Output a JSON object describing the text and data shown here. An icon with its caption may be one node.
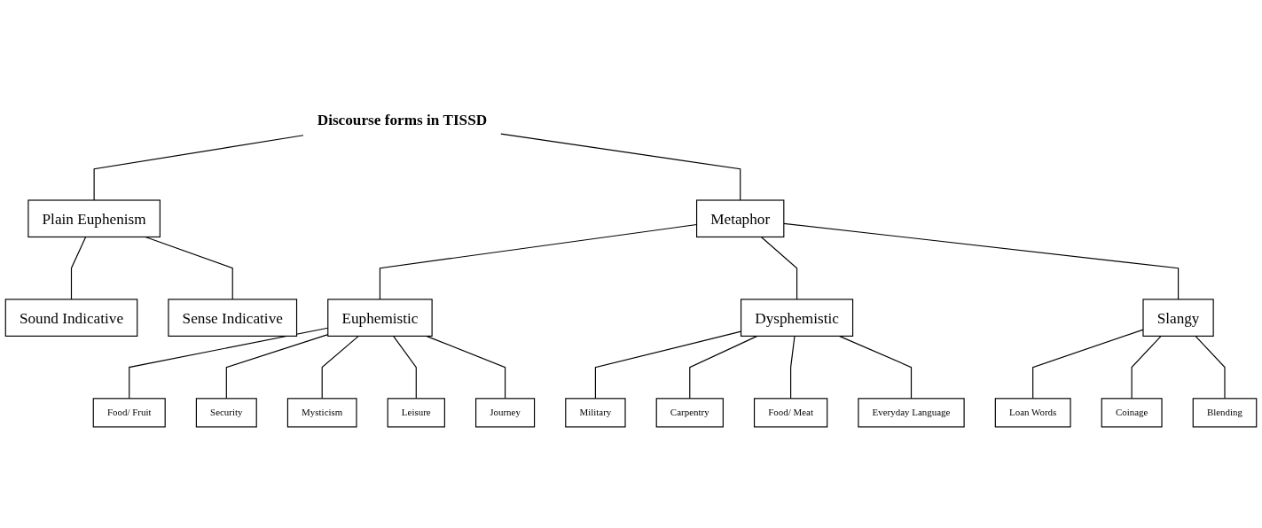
{
  "diagram": {
    "nodes": [
      {
        "text": [
          "Discourse forms in TISSD"
        ]
      },
      {
        "text": [
          "Plain Euphenism"
        ]
      },
      {
        "text": [
          "Metaphor"
        ]
      },
      {
        "text": [
          "Sound Indicative"
        ]
      },
      {
        "text": [
          "Sense Indicative"
        ]
      },
      {
        "text": [
          "Euphemistic"
        ]
      },
      {
        "text": [
          "Dysphemistic"
        ]
      },
      {
        "text": [
          "Slangy"
        ]
      },
      {
        "text": [
          "Food/ Fruit"
        ]
      },
      {
        "text": [
          "Security"
        ]
      },
      {
        "text": [
          "Mysticism"
        ]
      },
      {
        "text": [
          "Leisure"
        ]
      },
      {
        "text": [
          "Journey"
        ]
      },
      {
        "text": [
          "Military"
        ]
      },
      {
        "text": [
          "Carpentry"
        ]
      },
      {
        "text": [
          "Food/ Meat"
        ]
      },
      {
        "text": [
          "Everyday Language"
        ]
      },
      {
        "text": [
          "Loan Words"
        ]
      },
      {
        "text": [
          "Coinage"
        ]
      },
      {
        "text": [
          "Blending"
        ]
      }
    ],
    "edges": [
      {
        "from": 0,
        "to": 1,
        "arrow": "none"
      },
      {
        "from": 0,
        "to": 2,
        "arrow": "none"
      },
      {
        "from": 1,
        "to": 3,
        "arrow": "none"
      },
      {
        "from": 1,
        "to": 4,
        "arrow": "none"
      },
      {
        "from": 2,
        "to": 5,
        "arrow": "none"
      },
      {
        "from": 2,
        "to": 6,
        "arrow": "none"
      },
      {
        "from": 2,
        "to": 7,
        "arrow": "none"
      },
      {
        "from": 5,
        "to": 8,
        "arrow": "none"
      },
      {
        "from": 5,
        "to": 9,
        "arrow": "none"
      },
      {
        "from": 5,
        "to": 10,
        "arrow": "none"
      },
      {
        "from": 5,
        "to": 11,
        "arrow": "none"
      },
      {
        "from": 5,
        "to": 12,
        "arrow": "none"
      },
      {
        "from": 6,
        "to": 13,
        "arrow": "none"
      },
      {
        "from": 6,
        "to": 14,
        "arrow": "none"
      },
      {
        "from": 6,
        "to": 15,
        "arrow": "none"
      },
      {
        "from": 6,
        "to": 16,
        "arrow": "none"
      },
      {
        "from": 7,
        "to": 17,
        "arrow": "none"
      },
      {
        "from": 7,
        "to": 18,
        "arrow": "none"
      },
      {
        "from": 7,
        "to": 19,
        "arrow": "none"
      }
    ]
  }
}
